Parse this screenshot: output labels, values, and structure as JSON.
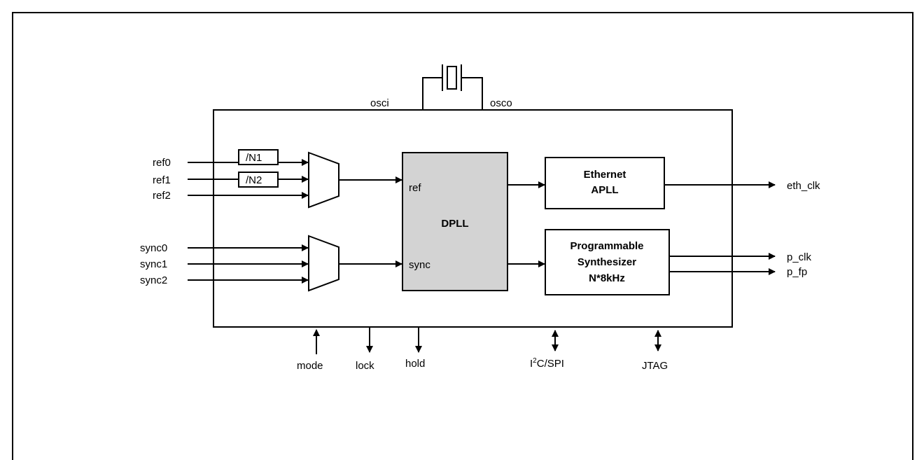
{
  "diagram": {
    "crystal": {
      "osci": "osci",
      "osco": "osco"
    },
    "dividers": {
      "n1": "/N1",
      "n2": "/N2"
    },
    "ref_inputs": [
      "ref0",
      "ref1",
      "ref2"
    ],
    "sync_inputs": [
      "sync0",
      "sync1",
      "sync2"
    ],
    "dpll": {
      "title": "DPLL",
      "ref_port": "ref",
      "sync_port": "sync"
    },
    "ethernet_apll": {
      "line1": "Ethernet",
      "line2": "APLL"
    },
    "synth": {
      "line1": "Programmable",
      "line2": "Synthesizer",
      "line3": "N*8kHz"
    },
    "outputs": {
      "eth_clk": "eth_clk",
      "p_clk": "p_clk",
      "p_fp": "p_fp"
    },
    "bottom_pins": {
      "mode": "mode",
      "lock": "lock",
      "hold": "hold",
      "i2c_i": "I",
      "i2c_sup": "2",
      "i2c_rest": "C/SPI",
      "jtag": "JTAG"
    }
  },
  "colors": {
    "dpll_fill": "#d3d3d3",
    "line": "#000000",
    "background": "#ffffff"
  }
}
